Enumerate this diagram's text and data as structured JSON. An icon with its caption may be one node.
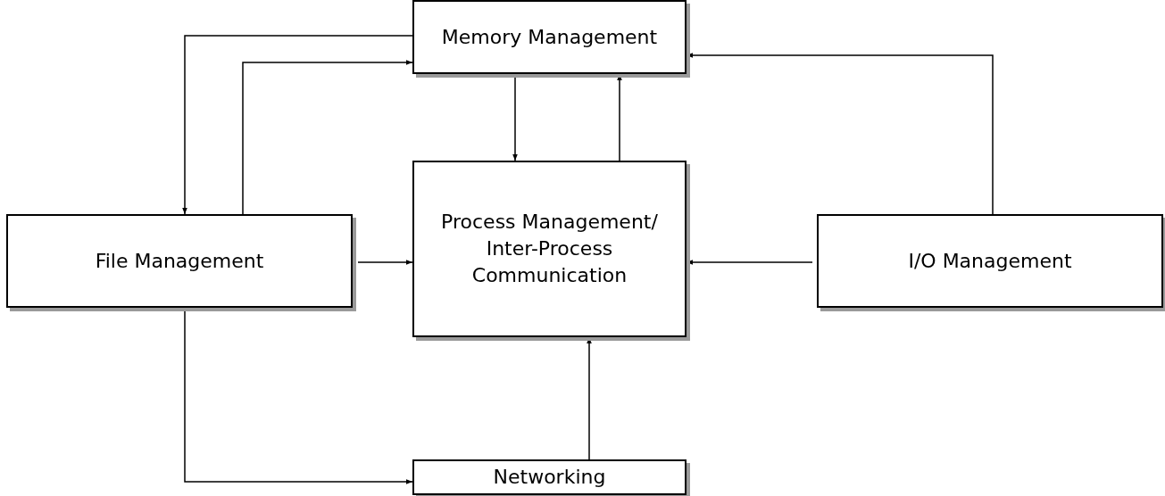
{
  "diagram": {
    "nodes": [
      {
        "text": [
          "Memory Management"
        ]
      },
      {
        "text": [
          "File Management"
        ]
      },
      {
        "text": [
          "Process Management/ Inter-Process Communication"
        ]
      },
      {
        "text": [
          "I/O Management"
        ]
      },
      {
        "text": [
          "Networking"
        ]
      }
    ],
    "edges": [
      {
        "from": 0,
        "to": 1,
        "arrow": "to"
      },
      {
        "from": 1,
        "to": 0,
        "arrow": "to"
      },
      {
        "from": 0,
        "to": 2,
        "arrow": "to"
      },
      {
        "from": 2,
        "to": 0,
        "arrow": "to"
      },
      {
        "from": 3,
        "to": 0,
        "arrow": "to"
      },
      {
        "from": 1,
        "to": 2,
        "arrow": "to"
      },
      {
        "from": 3,
        "to": 2,
        "arrow": "to"
      },
      {
        "from": 4,
        "to": 2,
        "arrow": "to"
      },
      {
        "from": 1,
        "to": 4,
        "arrow": "to"
      }
    ]
  }
}
